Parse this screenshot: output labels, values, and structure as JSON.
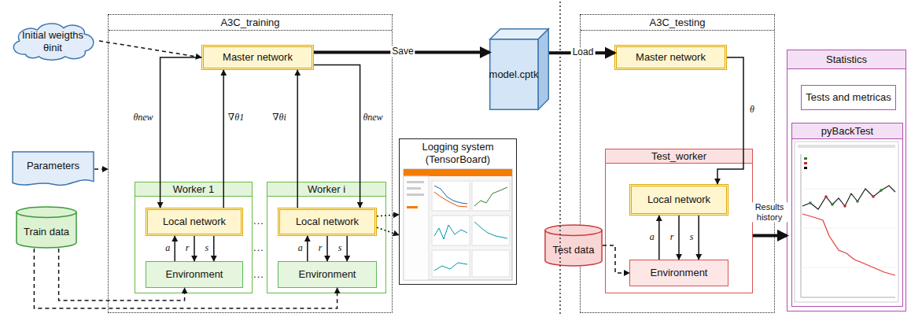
{
  "diagram": {
    "nodes": [
      {
        "text": [
          "Initial weigths θinit"
        ]
      },
      {
        "text": [
          "Parameters"
        ]
      },
      {
        "text": [
          "Train data"
        ]
      },
      {
        "text": [
          "A3C_training"
        ]
      },
      {
        "text": [
          "Master network"
        ],
        "in": 3
      },
      {
        "text": [
          "Worker 1"
        ],
        "in": 3
      },
      {
        "text": [
          "Local network"
        ],
        "in": 5
      },
      {
        "text": [
          "Environment"
        ],
        "in": 5
      },
      {
        "text": [
          "Worker i"
        ],
        "in": 3
      },
      {
        "text": [
          "Local network"
        ],
        "in": 8
      },
      {
        "text": [
          "Environment"
        ],
        "in": 8
      },
      {
        "text": [
          "Logging system (TensorBoard)"
        ]
      },
      {
        "text": [
          "model.cptk"
        ]
      },
      {
        "text": [
          "A3C_testing"
        ]
      },
      {
        "text": [
          "Master network"
        ],
        "in": 13
      },
      {
        "text": [
          "Test_worker"
        ],
        "in": 13
      },
      {
        "text": [
          "Local network"
        ],
        "in": 15
      },
      {
        "text": [
          "Environment"
        ],
        "in": 15
      },
      {
        "text": [
          "Test data"
        ]
      },
      {
        "text": [
          "Statistics"
        ]
      },
      {
        "text": [
          "Tests and metricas"
        ],
        "in": 19
      },
      {
        "text": [
          "pyBackTest"
        ],
        "in": 19
      }
    ],
    "edges": [
      {
        "from": 0,
        "to": 4,
        "arrow": "to"
      },
      {
        "from": 1,
        "to": 3,
        "arrow": "to"
      },
      {
        "from": 2,
        "to": 7,
        "arrow": "to"
      },
      {
        "from": 2,
        "to": 10,
        "arrow": "to"
      },
      {
        "from": 4,
        "to": 6,
        "label": "θnew",
        "arrow": "to"
      },
      {
        "from": 6,
        "to": 4,
        "label": "∇θ1",
        "arrow": "to"
      },
      {
        "from": 9,
        "to": 4,
        "label": "∇θi",
        "arrow": "to"
      },
      {
        "from": 4,
        "to": 9,
        "label": "θnew",
        "arrow": "to"
      },
      {
        "from": 7,
        "to": 6,
        "label": "a",
        "arrow": "to"
      },
      {
        "from": 6,
        "to": 7,
        "label": "r",
        "arrow": "to"
      },
      {
        "from": 6,
        "to": 7,
        "label": "s",
        "arrow": "to"
      },
      {
        "from": 10,
        "to": 9,
        "label": "a",
        "arrow": "to"
      },
      {
        "from": 9,
        "to": 10,
        "label": "r",
        "arrow": "to"
      },
      {
        "from": 9,
        "to": 10,
        "label": "s",
        "arrow": "to"
      },
      {
        "from": 9,
        "to": 11,
        "arrow": "to"
      },
      {
        "from": 9,
        "to": 11,
        "arrow": "to"
      },
      {
        "from": 4,
        "to": 12,
        "label": "Save",
        "arrow": "to"
      },
      {
        "from": 12,
        "to": 14,
        "label": "Load",
        "arrow": "to"
      },
      {
        "from": 14,
        "to": 16,
        "label": "θ",
        "arrow": "to"
      },
      {
        "from": 17,
        "to": 16,
        "label": "a",
        "arrow": "to"
      },
      {
        "from": 16,
        "to": 17,
        "label": "r",
        "arrow": "to"
      },
      {
        "from": 16,
        "to": 17,
        "label": "s",
        "arrow": "to"
      },
      {
        "from": 18,
        "to": 17,
        "arrow": "to"
      },
      {
        "from": 15,
        "to": 19,
        "label": "Results history",
        "arrow": "to"
      }
    ],
    "labels": [
      "...",
      "...",
      "..."
    ]
  }
}
